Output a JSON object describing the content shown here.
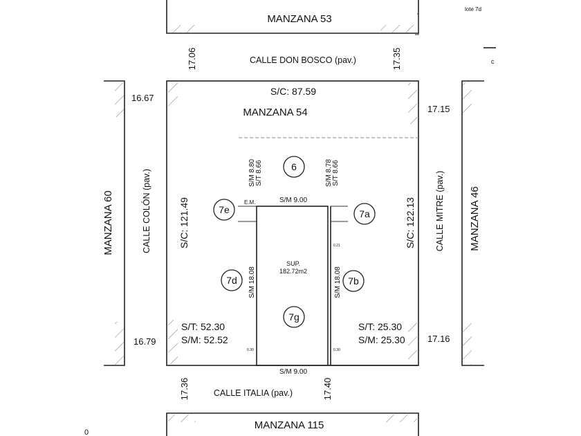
{
  "blocks": {
    "manzana_53": "MANZANA 53",
    "manzana_54": "MANZANA 54",
    "manzana_60": "MANZANA 60",
    "manzana_46": "MANZANA 46",
    "manzana_115": "MANZANA 115"
  },
  "streets": {
    "top": "CALLE DON BOSCO (pav.)",
    "left": "CALLE COLÓN (pav.)",
    "right": "CALLE MITRE (pav.)",
    "bottom": "CALLE ITALIA (pav.)"
  },
  "street_widths": {
    "top_left": "17.06",
    "top_right": "17.35",
    "bottom_left": "17.36",
    "bottom_right": "17.40",
    "left_top": "16.67",
    "left_bottom": "16.79",
    "right_top": "17.15",
    "right_bottom": "17.16"
  },
  "block_sides": {
    "top": "S/C: 87.59",
    "left": "S/C: 121.49",
    "right": "S/C: 122.13"
  },
  "lots": [
    "6",
    "7e",
    "7a",
    "7d",
    "7b",
    "7g"
  ],
  "lot_6_dims": {
    "left_sm": "S/M 8.80",
    "left_st": "S/T 8.66",
    "right_sm": "S/M 8.78",
    "right_st": "S/T 8.66"
  },
  "lot_7g": {
    "top": "S/M 9.00",
    "bottom": "S/M 9.00",
    "left": "S/M 18.08",
    "right": "S/M 18.08",
    "area_label": "SUP.",
    "area_value": "182.72m2",
    "em": "E.M.",
    "small_right_top": "0.21",
    "small_left_bottom": "0.30",
    "small_right_bottom": "0.30"
  },
  "corner_areas": {
    "left_st": "S/T: 52.30",
    "left_sm": "S/M: 52.52",
    "right_st": "S/T: 25.30",
    "right_sm": "S/M: 25.30"
  },
  "misc": {
    "lot_ref": "lote 7d",
    "c_label": "c",
    "d_label": "0"
  }
}
